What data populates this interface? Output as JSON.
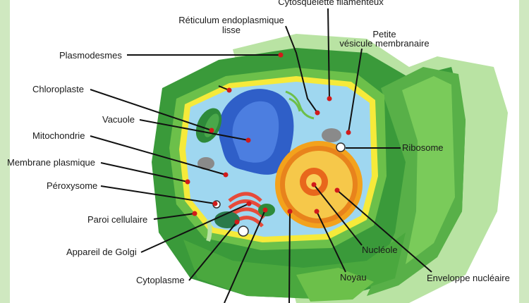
{
  "diagram": {
    "colors": {
      "background_frame": "#cfe8c0",
      "outer_wall": "#3a9a3a",
      "wall_light": "#6cc04a",
      "membrane": "#f6ea3a",
      "cytoplasm": "#9fd7f0",
      "vacuole": "#2f5fc8",
      "nucleus": "#f3a21c",
      "nucleolus": "#e8671c",
      "golgi": "#e64a3a",
      "label_dot": "#d11a1a"
    },
    "labels": {
      "cytosquelette": "Cytosquelette filamenteux",
      "reticulum_line1": "Réticulum endoplasmique",
      "reticulum_line2": "lisse",
      "plasmodesmes": "Plasmodesmes",
      "petite_line1": "Petite",
      "petite_line2": "vésicule membranaire",
      "chloroplaste": "Chloroplaste",
      "vacuole": "Vacuole",
      "mitochondrie": "Mitochondrie",
      "ribosome": "Ribosome",
      "membrane_plasmique": "Membrane plasmique",
      "peroxysome": "Péroxysome",
      "paroi": "Paroi cellulaire",
      "golgi": "Appareil de Golgi",
      "nucleole": "Nucléole",
      "cytoplasme": "Cytoplasme",
      "noyau": "Noyau",
      "enveloppe": "Enveloppe nucléaire"
    }
  }
}
